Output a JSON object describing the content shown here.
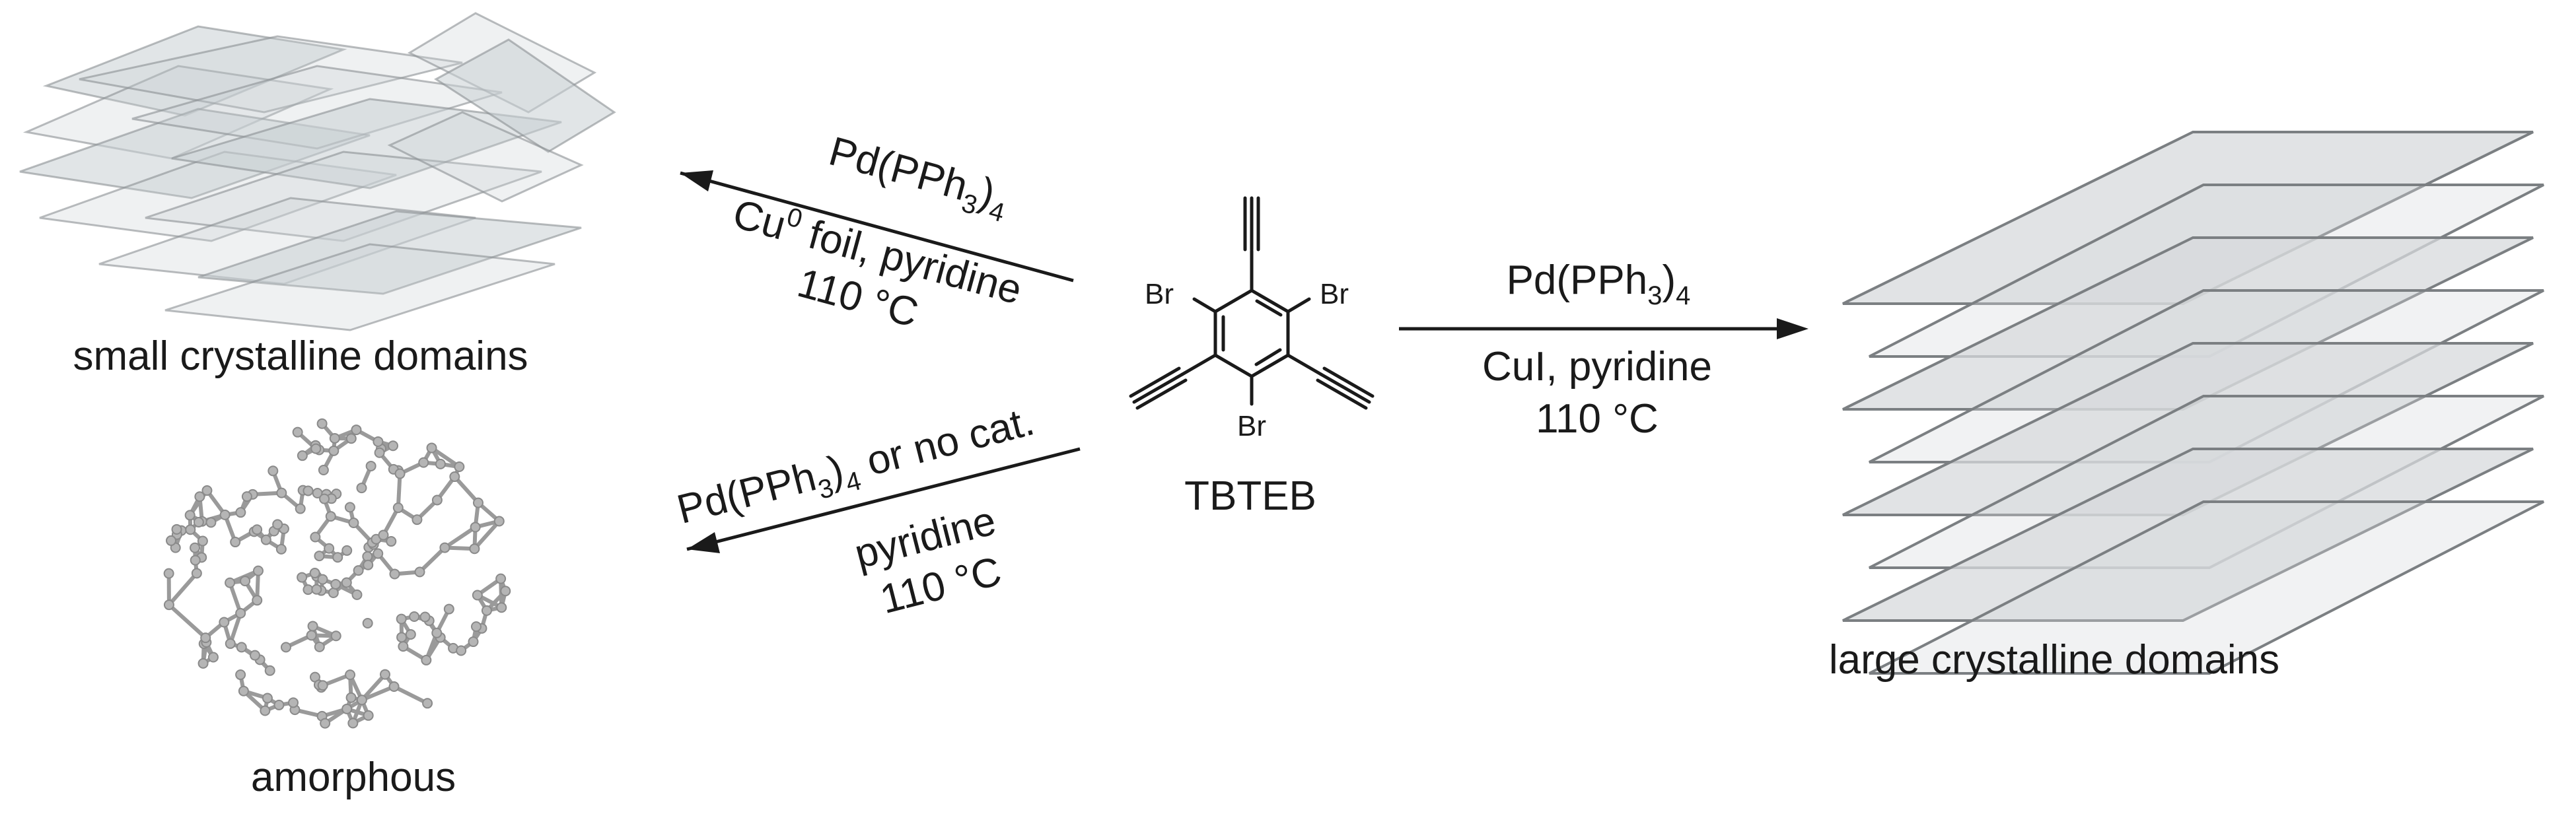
{
  "molecule": {
    "name": "TBTEB",
    "substituents": [
      "Br",
      "Br",
      "Br"
    ]
  },
  "products": {
    "small": "small crystalline domains",
    "amorphous": "amorphous",
    "large": "large crystalline domains"
  },
  "conditions": {
    "top_left": {
      "catalyst_main": "Pd(PPh",
      "sub_3": "3",
      "paren": ")",
      "sub_4": "4",
      "cu_prefix": "Cu",
      "cu_sup": "0",
      "cu_suffix": " foil, pyridine",
      "temp": "110 °C"
    },
    "bottom_left": {
      "catalyst_main": "Pd(PPh",
      "sub_3": "3",
      "paren": ")",
      "sub_4": "4",
      "suffix": " or no cat.",
      "solvent": "pyridine",
      "temp": "110 °C"
    },
    "right": {
      "catalyst_main": "Pd(PPh",
      "sub_3": "3",
      "paren": ")",
      "sub_4": "4",
      "cocat": "CuI, pyridine",
      "temp": "110 °C"
    }
  },
  "colors": {
    "sheet_fill": "#c9cfd3",
    "sheet_stroke": "#8a8f93",
    "stack_fill": "#d7dadc",
    "stack_stroke": "#7b7f82",
    "network": "#9a9a9a",
    "ink": "#1a1a1a"
  }
}
